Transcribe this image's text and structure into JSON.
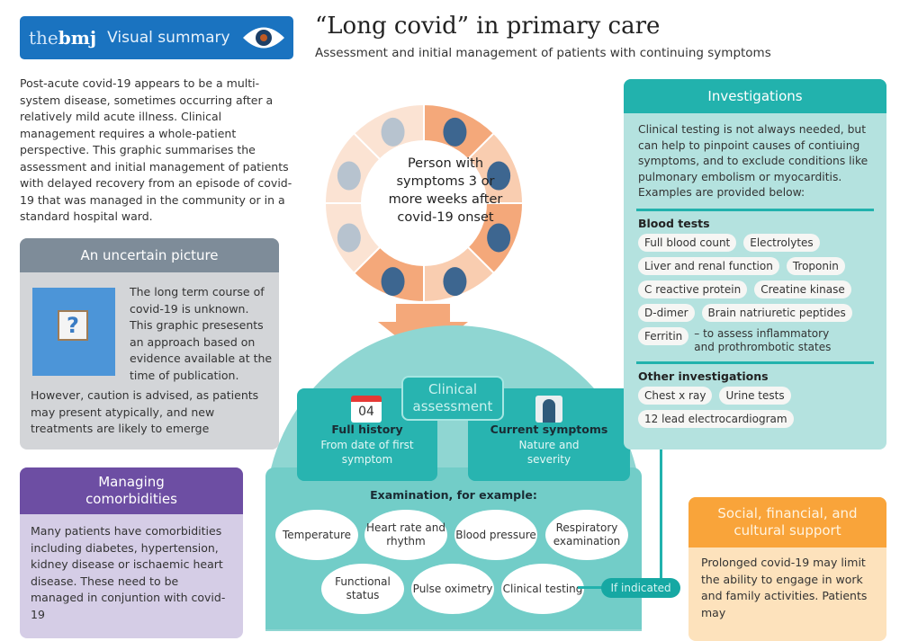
{
  "header": {
    "brand_the": "the",
    "brand_bmj": "bmj",
    "badge": "Visual summary",
    "title": "“Long covid” in primary care",
    "subtitle": "Assessment and initial management of patients with continuing symptoms"
  },
  "intro": "Post-acute covid-19 appears to be a multi-system disease, sometimes occurring after a relatively mild acute illness. Clinical management requires a whole-patient perspective. This graphic summarises the assessment and initial management of patients with delayed recovery from an episode of covid-19 that was managed in the community or in a standard hospital ward.",
  "uncertain": {
    "title": "An uncertain picture",
    "text1": "The long term course of covid-19 is unknown. This graphic presesents an approach based on evidence available at the time of publication.",
    "text2": "However, caution is advised, as patients may present atypically, and new treatments are likely to emerge",
    "icon": "question-easel-icon"
  },
  "comorbidities": {
    "title": "Managing comorbidities",
    "text": "Many patients have comorbidities including diabetes, hypertension, kidney disease or ischaemic heart disease. These need to be managed in conjuntion with covid-19"
  },
  "center": {
    "text": "Person with symptoms 3 or more weeks after covid-19 onset"
  },
  "assessment": {
    "title": "Clinical assessment",
    "history": {
      "day": "04",
      "title": "Full history",
      "text": "From date of first symptom"
    },
    "symptoms": {
      "title": "Current symptoms",
      "text": "Nature and severity"
    },
    "exam_label": "Examination, for example:",
    "exams": [
      "Temperature",
      "Heart rate and rhythm",
      "Blood pressure",
      "Respiratory examination",
      "Functional status",
      "Pulse oximetry",
      "Clinical testing"
    ],
    "if_indicated": "If indicated"
  },
  "investigations": {
    "title": "Investigations",
    "intro": "Clinical testing is not always needed, but can help to pinpoint causes of contiuing symptoms, and to exclude conditions like pulmonary embolism or myocarditis. Examples are provided below:",
    "blood_label": "Blood tests",
    "blood": [
      "Full blood count",
      "Electrolytes",
      "Liver and renal function",
      "Troponin",
      "C reactive protein",
      "Creatine kinase",
      "D-dimer",
      "Brain natriuretic peptides"
    ],
    "ferritin": "Ferritin",
    "ferritin_note": "– to assess inflammatory and prothrombotic states",
    "other_label": "Other investigations",
    "other": [
      "Chest x ray",
      "Urine tests",
      "12 lead electrocardiogram"
    ]
  },
  "social": {
    "title": "Social, financial, and cultural support",
    "text": "Prolonged covid-19 may limit the ability to engage in work and family activities. Patients may"
  },
  "colors": {
    "blue": "#1a73c0",
    "teal": "#22b2ad",
    "purple": "#6d4ea3",
    "orange": "#f9a43a",
    "gray": "#7e8c99",
    "peach": "#f4a87a"
  }
}
